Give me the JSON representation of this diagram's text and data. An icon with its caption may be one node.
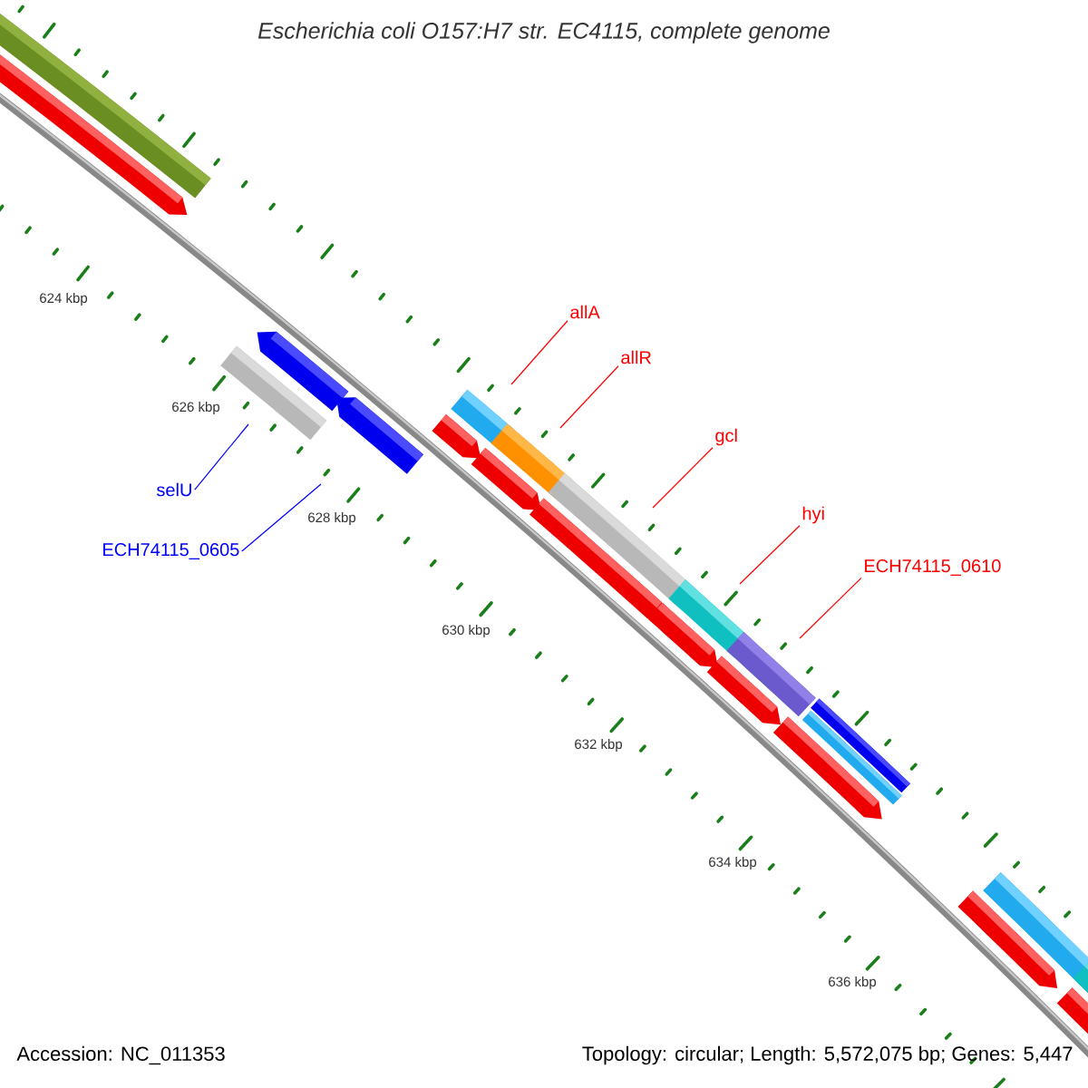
{
  "diagram": {
    "title": "Escherichia coli O157:H7 str. EC4115, complete genome",
    "nodes": [
      {
        "text": [
          "allA"
        ]
      },
      {
        "text": [
          "allR"
        ]
      },
      {
        "text": [
          "gcl"
        ]
      },
      {
        "text": [
          "selU"
        ]
      },
      {
        "text": [
          "hyi"
        ]
      },
      {
        "text": [
          "ECH74115_0605"
        ]
      },
      {
        "text": [
          "ECH74115_0610"
        ]
      }
    ],
    "edges": [
      {
        "from": 0,
        "to": null,
        "arrow": "none"
      },
      {
        "from": 1,
        "to": null,
        "arrow": "none"
      },
      {
        "from": 2,
        "to": null,
        "arrow": "none"
      },
      {
        "from": 3,
        "to": null,
        "arrow": "none",
        "color": "#0000ff"
      },
      {
        "from": 4,
        "to": null,
        "arrow": "none"
      },
      {
        "from": 5,
        "to": null,
        "arrow": "none",
        "color": "#0000ff"
      },
      {
        "from": 6,
        "to": null,
        "arrow": "none"
      }
    ],
    "labels": [
      "624 kbp",
      "626 kbp",
      "628 kbp",
      "630 kbp",
      "632 kbp",
      "634 kbp",
      "636 kbp",
      "Accession: NC_011353",
      "Topology: circular; Length: 5,572,075 bp; Genes: 5,447"
    ]
  }
}
